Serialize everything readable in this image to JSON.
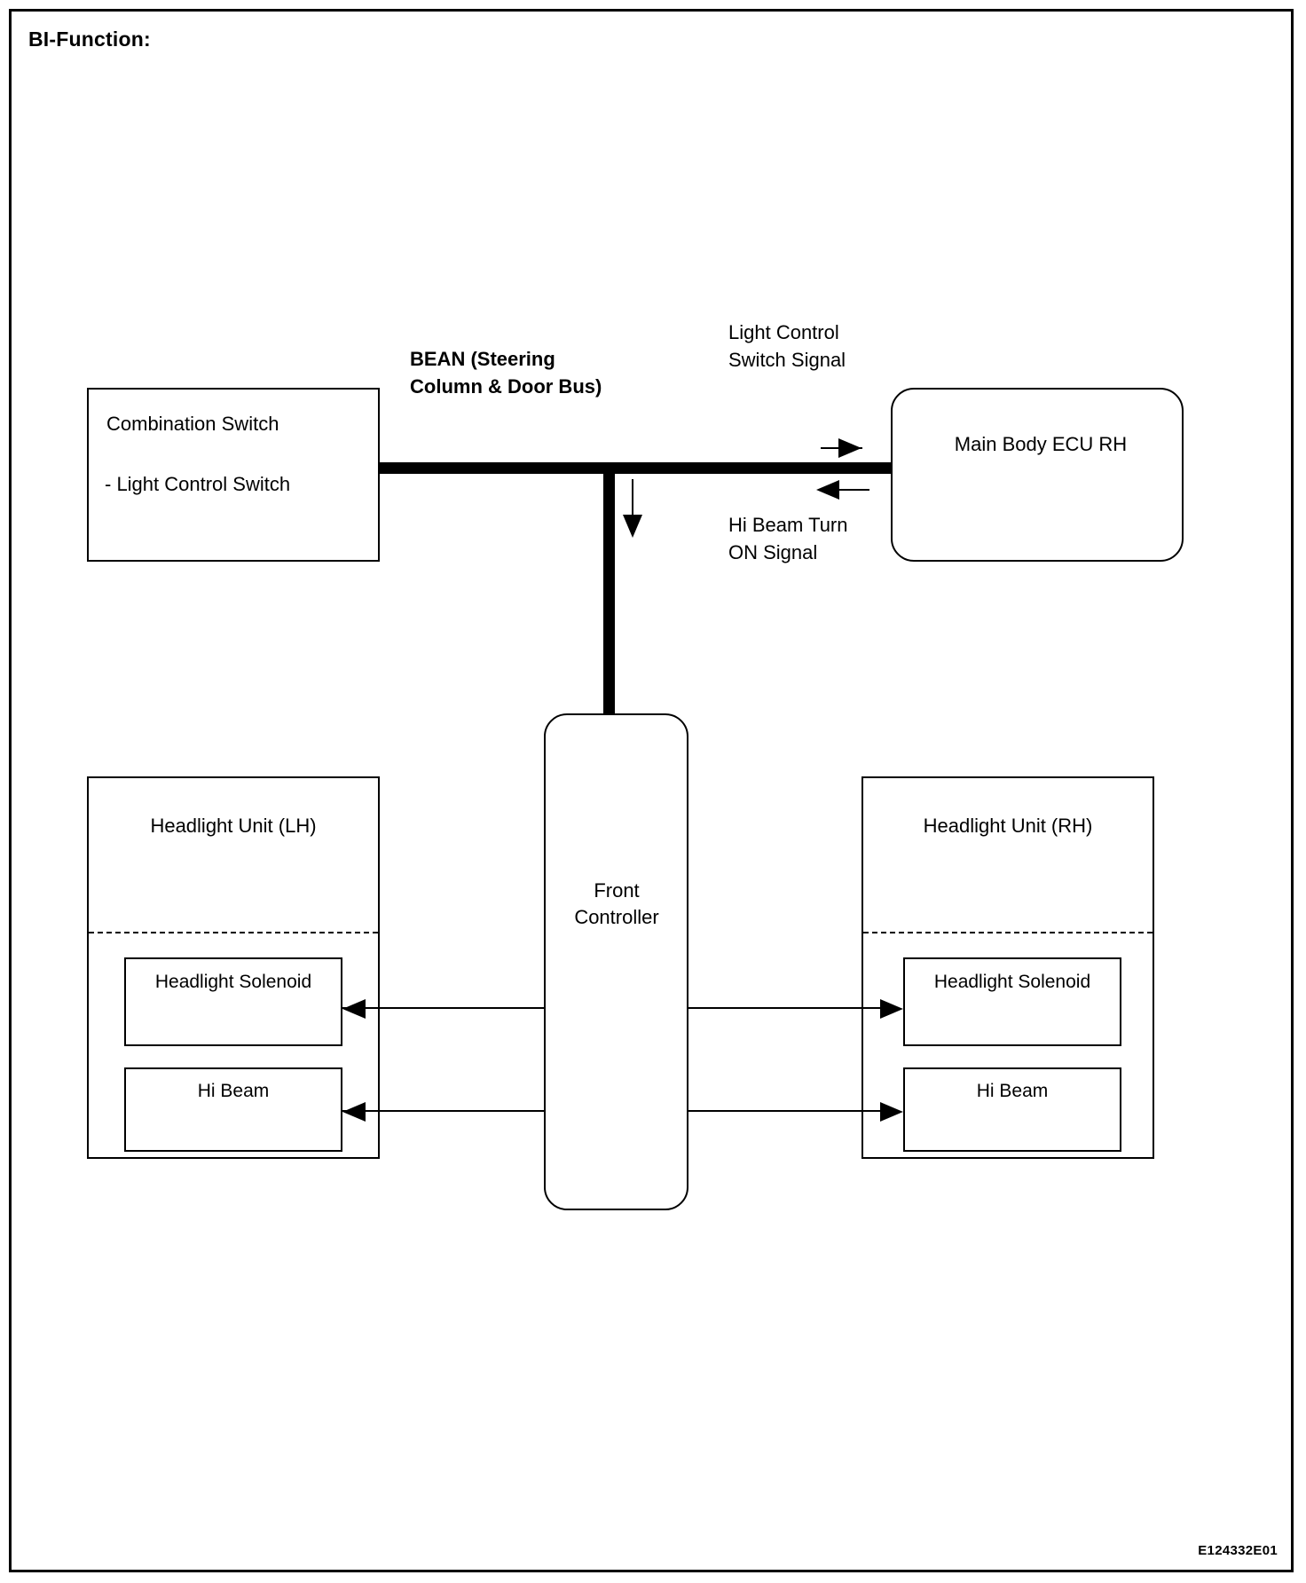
{
  "page": {
    "title": "BI-Function:",
    "figure_id": "E124332E01",
    "border_color": "#000000",
    "background_color": "#ffffff"
  },
  "diagram": {
    "type": "block-diagram",
    "bus": {
      "name": "BEAN (Steering Column & Door Bus)",
      "label_line1": "BEAN (Steering",
      "label_line2": "Column & Door Bus)",
      "style": "thick-black-line"
    },
    "nodes": {
      "combination_switch": {
        "line1": "Combination Switch",
        "line2": "- Light Control Switch",
        "shape": "rectangle"
      },
      "main_body_ecu": {
        "label": "Main Body ECU RH",
        "shape": "rounded-rectangle"
      },
      "front_controller": {
        "label": "Front\nController",
        "shape": "rounded-rectangle"
      },
      "headlight_unit_lh": {
        "label": "Headlight Unit (LH)",
        "shape": "rectangle",
        "children": [
          {
            "label": "Headlight Solenoid"
          },
          {
            "label": "Hi Beam"
          }
        ]
      },
      "headlight_unit_rh": {
        "label": "Headlight Unit (RH)",
        "shape": "rectangle",
        "children": [
          {
            "label": "Headlight Solenoid"
          },
          {
            "label": "Hi Beam"
          }
        ]
      }
    },
    "signals": {
      "light_control_switch_signal": {
        "line1": "Light Control",
        "line2": "Switch Signal",
        "direction": "to-ecu"
      },
      "hi_beam_turn_on_signal": {
        "line1": "Hi Beam Turn",
        "line2": "ON Signal",
        "direction": "from-ecu"
      }
    },
    "connections": [
      {
        "from": "combination_switch",
        "to": "bus",
        "style": "thick"
      },
      {
        "from": "bus",
        "to": "main_body_ecu",
        "style": "thick"
      },
      {
        "from": "bus",
        "to": "front_controller",
        "style": "thick-down"
      },
      {
        "from": "front_controller",
        "to": "lh_headlight_solenoid",
        "style": "arrow-left"
      },
      {
        "from": "front_controller",
        "to": "lh_hi_beam",
        "style": "arrow-left"
      },
      {
        "from": "front_controller",
        "to": "rh_headlight_solenoid",
        "style": "arrow-right"
      },
      {
        "from": "front_controller",
        "to": "rh_hi_beam",
        "style": "arrow-right"
      }
    ]
  }
}
